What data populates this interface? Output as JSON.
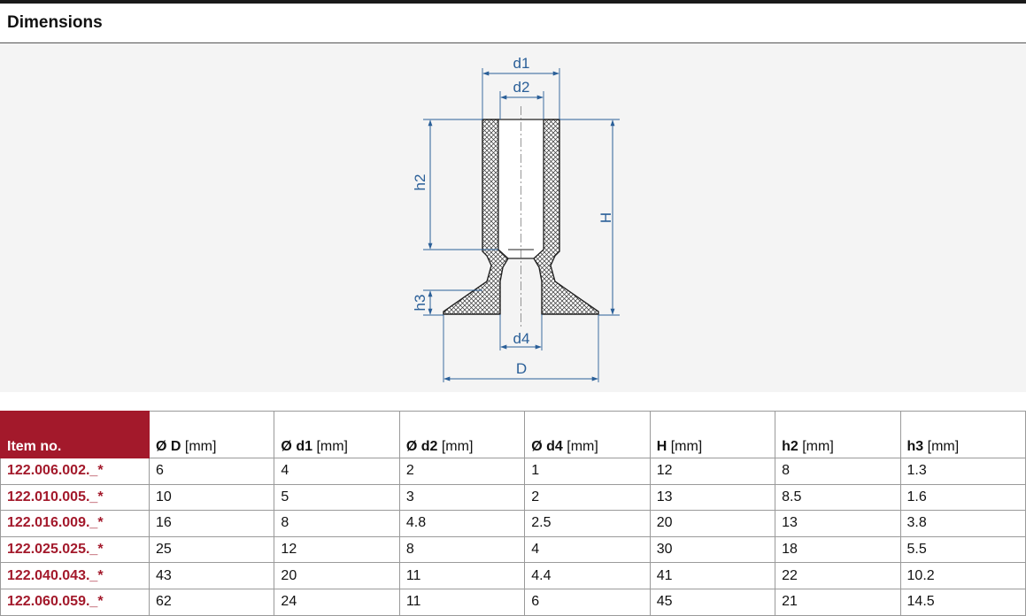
{
  "section": {
    "title": "Dimensions"
  },
  "drawing": {
    "labels": {
      "d1": "d1",
      "d2": "d2",
      "d4": "d4",
      "D": "D",
      "H": "H",
      "h2": "h2",
      "h3": "h3"
    },
    "colors": {
      "dimension": "#2a5f98",
      "outline": "#222222",
      "hatch": "#333333"
    }
  },
  "table": {
    "columns": [
      {
        "sym": "",
        "unit": "Item no."
      },
      {
        "sym": "Ø D",
        "unit": "[mm]"
      },
      {
        "sym": "Ø d1",
        "unit": "[mm]"
      },
      {
        "sym": "Ø d2",
        "unit": "[mm]"
      },
      {
        "sym": "Ø d4",
        "unit": "[mm]"
      },
      {
        "sym": "H",
        "unit": "[mm]"
      },
      {
        "sym": "h2",
        "unit": "[mm]"
      },
      {
        "sym": "h3",
        "unit": "[mm]"
      }
    ],
    "rows": [
      [
        "122.006.002._*",
        "6",
        "4",
        "2",
        "1",
        "12",
        "8",
        "1.3"
      ],
      [
        "122.010.005._*",
        "10",
        "5",
        "3",
        "2",
        "13",
        "8.5",
        "1.6"
      ],
      [
        "122.016.009._*",
        "16",
        "8",
        "4.8",
        "2.5",
        "20",
        "13",
        "3.8"
      ],
      [
        "122.025.025._*",
        "25",
        "12",
        "8",
        "4",
        "30",
        "18",
        "5.5"
      ],
      [
        "122.040.043._*",
        "43",
        "20",
        "11",
        "4.4",
        "41",
        "22",
        "10.2"
      ],
      [
        "122.060.059._*",
        "62",
        "24",
        "11",
        "6",
        "45",
        "21",
        "14.5"
      ]
    ],
    "colors": {
      "accent": "#a3192b"
    }
  }
}
